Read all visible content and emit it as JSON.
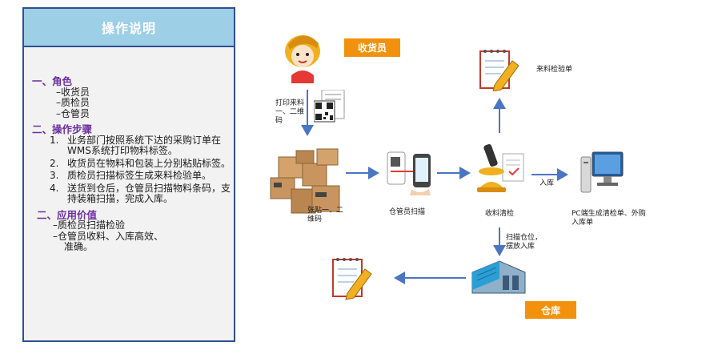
{
  "panel": {
    "title": "操作说明",
    "role_heading": "一、角色",
    "roles": [
      "–收货员",
      "–质检员",
      "–仓管员"
    ],
    "steps_heading": "二、操作步骤",
    "steps": [
      {
        "num": "1.",
        "text": "业务部门按照系统下达的采购订单在WMS系统打印物料标签。"
      },
      {
        "num": "2.",
        "text": "收货员在物料和包装上分别粘贴标签。"
      },
      {
        "num": "3.",
        "text": "质检员扫描标签生成来料检验单。"
      },
      {
        "num": "4.",
        "text": "送货到仓后，仓管员扫描物料条码，支持装箱扫描，完成入库。"
      }
    ],
    "value_heading": "二、应用价值",
    "values": [
      "–质检员扫描检验",
      "–仓管员收料、入库高效、",
      "准确。"
    ]
  },
  "diagram": {
    "receiver_badge": "收货员",
    "print_label": "打印来料一、二维码",
    "paste_label": "张贴一、二维码",
    "scan_label": "仓管员扫描",
    "inspect_label": "收料清检",
    "inspection_doc_label": "来料检验单",
    "instock_label": "入库",
    "pc_label": "PC端生成清检单、外购入库单",
    "scan_location_label": "扫描仓位，摆放入库",
    "warehouse_badge": "仓库"
  },
  "colors": {
    "arrow": "#4a76c2",
    "badge": "#f2920c",
    "section": "#6b2ea0",
    "panel_head": "#9dcfe6",
    "panel_border": "#2f4f8f"
  }
}
